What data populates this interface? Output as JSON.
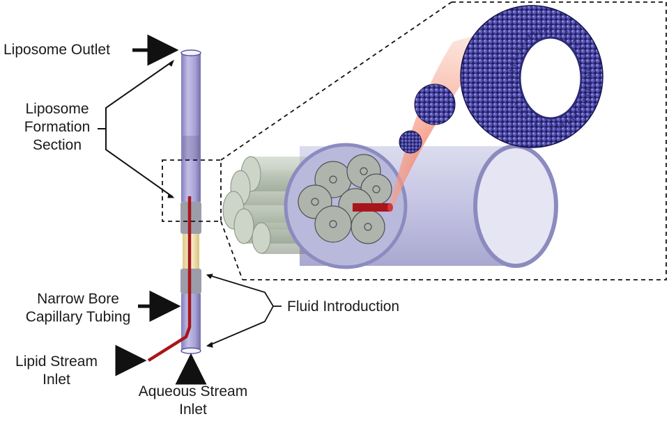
{
  "labels": {
    "liposome_outlet": "Liposome Outlet",
    "formation_section": [
      "Liposome",
      "Formation",
      "Section"
    ],
    "narrow_bore": [
      "Narrow Bore",
      "Capillary Tubing"
    ],
    "lipid_inlet": [
      "Lipid Stream",
      "Inlet"
    ],
    "aqueous_inlet": [
      "Aqueous Stream",
      "Inlet"
    ],
    "fluid_introduction": "Fluid Introduction"
  },
  "colors": {
    "capillary": "#8d86c9",
    "capillary_dark": "#5d559e",
    "lipid_stream": "#a8161b",
    "junction_glow": "#e8d59a",
    "bundle": "#8a9a86",
    "outer_tube": "#c9c8e6",
    "plume": "#ef8a6e",
    "particles": "#2c2a74",
    "dashed_box": "#111111"
  },
  "icons": [
    "arrow-right-icon",
    "arrow-up-icon",
    "dashed-zoom-box",
    "liposome-sphere"
  ]
}
